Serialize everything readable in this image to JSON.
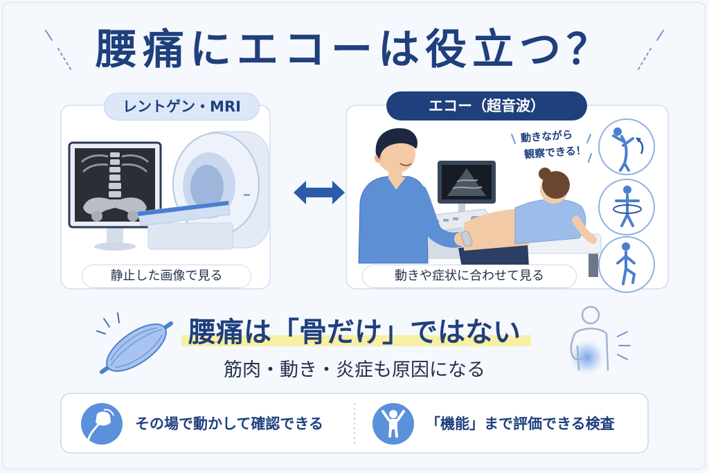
{
  "title": "腰痛にエコーは役立つ？",
  "left_panel": {
    "label": "レントゲン・MRI",
    "caption": "静止した画像で見る",
    "illustrations": [
      "xray-monitor-icon",
      "mri-machine-icon"
    ]
  },
  "comparison_icon": "double-arrow-icon",
  "right_panel": {
    "label": "エコー（超音波）",
    "caption": "動きや症状に合わせて見る",
    "bubble": [
      "動きながら",
      "観察できる！"
    ],
    "illustrations": [
      "doctor-icon",
      "ultrasound-machine-icon",
      "patient-icon"
    ],
    "movement_icons": [
      "back-bend-icon",
      "trunk-twist-icon",
      "one-leg-stand-icon"
    ]
  },
  "message": {
    "headline": "腰痛は「骨だけ」ではない",
    "sub": "筋肉・動き・炎症も原因になる",
    "left_icon": "muscle-icon",
    "right_icon": "back-pain-body-icon"
  },
  "features": [
    {
      "icon": "ultrasound-probe-icon",
      "text": "その場で動かして確認できる"
    },
    {
      "icon": "person-raising-arms-icon",
      "text": "「機能」まで評価できる検査"
    }
  ],
  "colors": {
    "navy": "#1f3f7d",
    "accent": "#4a7fd0",
    "light": "#dce8f8",
    "background": "#f5f8fc",
    "highlight": "#f7efa3"
  }
}
